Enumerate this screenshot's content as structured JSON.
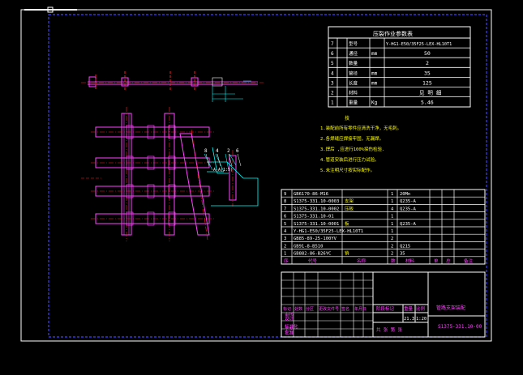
{
  "colors": {
    "background": "#000000",
    "outer_border": "#ffffff",
    "inner_border": "#4444ff",
    "table_lines": "#ffffff",
    "label_text": "#ffffff",
    "note_text": "#ffff00",
    "part_col": "#ffffff",
    "drawing_main": "#ff40ff",
    "drawing_center": "#ff2020",
    "drawing_cyan": "#00ffff",
    "drawing_yellow": "#ffff00"
  },
  "param_table": {
    "title": "压裂作业参数表",
    "rows": [
      {
        "no": "7",
        "name": "型号",
        "unit": "",
        "value": "Y-HG1-E50/35F25-LEX-HL10T1"
      },
      {
        "no": "6",
        "name": "通径",
        "unit": "mm",
        "value": "50"
      },
      {
        "no": "5",
        "name": "数量",
        "unit": "",
        "value": "2"
      },
      {
        "no": "4",
        "name": "管径",
        "unit": "mm",
        "value": "35"
      },
      {
        "no": "3",
        "name": "长度",
        "unit": "mm",
        "value": "125"
      },
      {
        "no": "2",
        "name": "材料",
        "unit": "",
        "value": "见 明 细"
      },
      {
        "no": "1",
        "name": "重量",
        "unit": "Kg",
        "value": "5.46"
      }
    ]
  },
  "notes": {
    "heading": "技",
    "lines": [
      "1.装配前所有零件应清洗干净，无毛刺。",
      "2.各焊缝应焊接牢固，无漏焊。",
      "3.焊后 ,应进行100%探伤检验.",
      "4.管道安装后进行压力试验。",
      "5.未注明尺寸按实际配作。"
    ]
  },
  "bom": {
    "rows": [
      {
        "no": "9",
        "code": "GB6170-86-M16",
        "name": "",
        "qty": "1",
        "mat": "20Mn"
      },
      {
        "no": "8",
        "code": "S1375-331.10-0003",
        "name": "支架",
        "qty": "1",
        "mat": "Q235-A"
      },
      {
        "no": "7",
        "code": "S1375-331.10-0002",
        "name": "压板",
        "qty": "4",
        "mat": "Q235-A"
      },
      {
        "no": "6",
        "code": "S1375-331.10-01",
        "name": "",
        "qty": "1",
        "mat": ""
      },
      {
        "no": "5",
        "code": "S1375-331.10-0001",
        "name": "板",
        "qty": "1",
        "mat": "Q235-A"
      },
      {
        "no": "4",
        "code": "Y-HG1-E50/35F25-LEX-HL10T1",
        "name": "",
        "qty": "1",
        "mat": ""
      },
      {
        "no": "3",
        "code": "GB85-89-25-100YV",
        "name": "",
        "qty": "2",
        "mat": ""
      },
      {
        "no": "2",
        "code": "GB91-8-B510",
        "name": "",
        "qty": "2",
        "mat": "Q215"
      },
      {
        "no": "1",
        "code": "GB882-86-B26YC",
        "name": "销",
        "qty": "2",
        "mat": "35"
      }
    ],
    "header": {
      "no": "序",
      "code": "代号",
      "name": "名称",
      "qty": "数",
      "mat": "材料",
      "extra1": "单",
      "extra2": "总",
      "extra3": "备注"
    }
  },
  "title_block": {
    "left_labels": [
      "标记",
      "处数",
      "分区",
      "更改文件号",
      "签名",
      "年月日"
    ],
    "role_labels": [
      "设计",
      "审核",
      "工艺"
    ],
    "std_label": "标准化",
    "approve_label": "批准",
    "stage_label": "阶段标记",
    "weight_label": "重量",
    "scale_label": "比例",
    "weight_value": "21.3",
    "scale_value": "1:20",
    "part_name": "管路支架装配",
    "drawing_no": "S1375-331.10-00",
    "sheet_label": "共 张 第 张"
  },
  "balloons": [
    "8",
    "4",
    "2",
    "6"
  ],
  "detail_label": "A-A(1:5)"
}
